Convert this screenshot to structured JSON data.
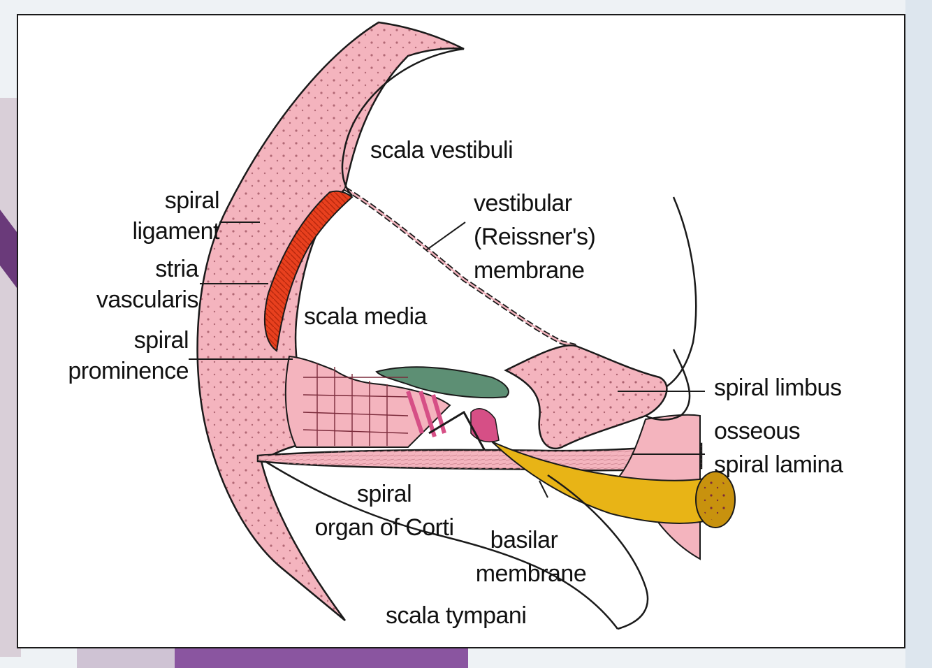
{
  "colors": {
    "tissue_pink": "#f4b4be",
    "stria_red": "#e8401e",
    "tectorial_green": "#5d8f74",
    "nerve_yellow": "#e8b416",
    "hair_cell_magenta": "#d64f86",
    "outline": "#1a1a1a",
    "frame_bg": "#ffffff",
    "page_bg": "#e9eef2",
    "histology_purple": "#7a3f8a"
  },
  "labels": {
    "scala_vestibuli": "scala vestibuli",
    "spiral_ligament": [
      "spiral",
      "ligament"
    ],
    "stria_vascularis": [
      "stria",
      "vascularis"
    ],
    "spiral_prominence": [
      "spiral",
      "prominence"
    ],
    "vestibular_membrane": [
      "vestibular",
      "(Reissner's)",
      "membrane"
    ],
    "scala_media": "scala media",
    "spiral_limbus": "spiral limbus",
    "osseous_spiral_lamina": [
      "osseous",
      "spiral lamina"
    ],
    "spiral_organ_of_corti": [
      "spiral",
      "organ of Corti"
    ],
    "basilar_membrane": [
      "basilar",
      "membrane"
    ],
    "scala_tympani": "scala tympani"
  },
  "icons": {
    "background": "histology-slide-fragment"
  }
}
